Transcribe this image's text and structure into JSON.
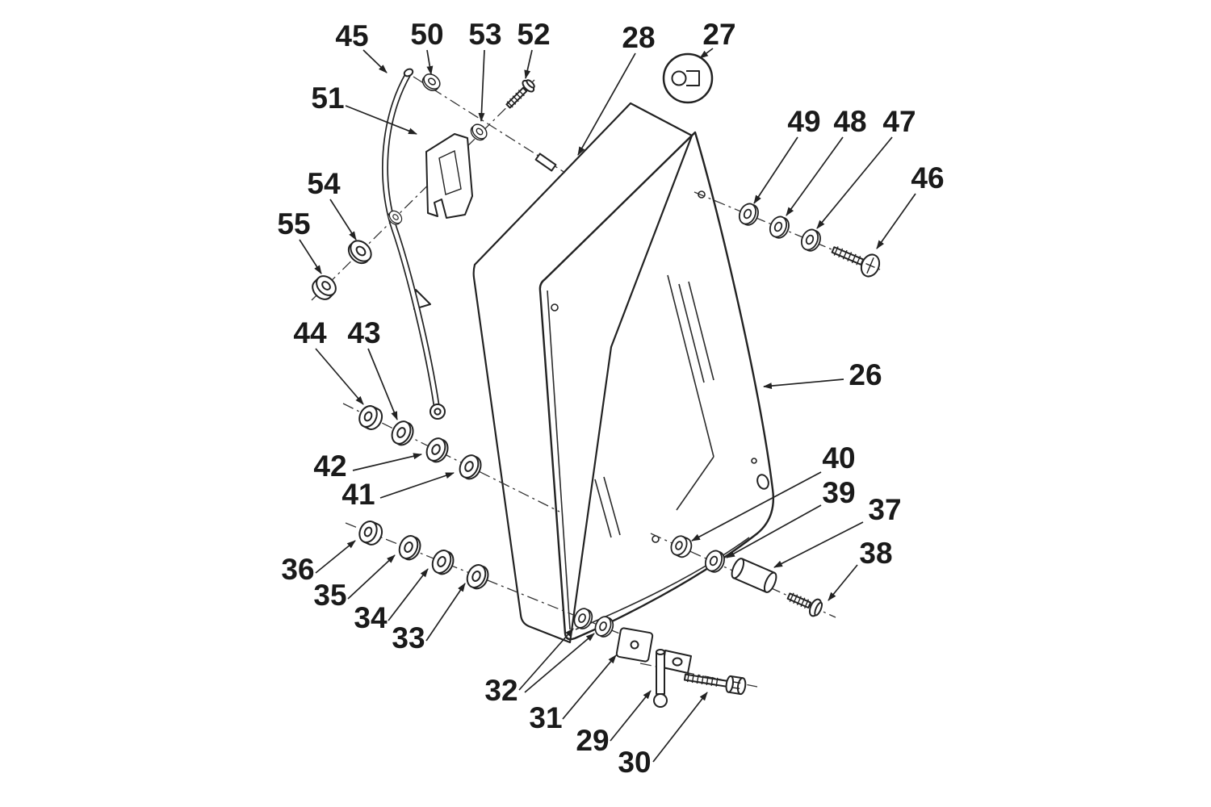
{
  "diagram": {
    "background_color": "#ffffff",
    "glass_color": "#a8d7a6",
    "outline_color": "#222222",
    "label_color": "#1a1a1a",
    "callouts": [
      {
        "label": "45"
      },
      {
        "label": "50"
      },
      {
        "label": "53"
      },
      {
        "label": "52"
      },
      {
        "label": "28"
      },
      {
        "label": "27"
      },
      {
        "label": "49"
      },
      {
        "label": "48"
      },
      {
        "label": "47"
      },
      {
        "label": "46"
      },
      {
        "label": "51"
      },
      {
        "label": "54"
      },
      {
        "label": "55"
      },
      {
        "label": "44"
      },
      {
        "label": "43"
      },
      {
        "label": "42"
      },
      {
        "label": "41"
      },
      {
        "label": "26"
      },
      {
        "label": "40"
      },
      {
        "label": "39"
      },
      {
        "label": "37"
      },
      {
        "label": "38"
      },
      {
        "label": "36"
      },
      {
        "label": "35"
      },
      {
        "label": "34"
      },
      {
        "label": "33"
      },
      {
        "label": "32"
      },
      {
        "label": "31"
      },
      {
        "label": "29"
      },
      {
        "label": "30"
      }
    ]
  }
}
